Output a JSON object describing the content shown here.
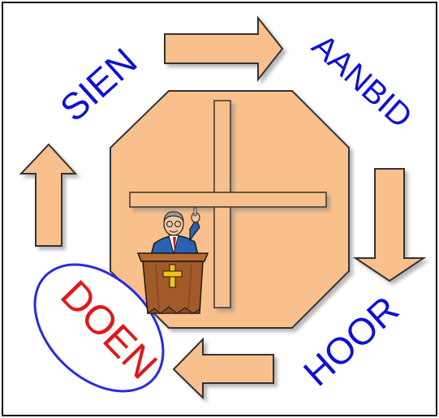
{
  "words": {
    "sien": "SIEN",
    "aanbid": "AANBID",
    "hoor": "HOOR",
    "doen": "DOEN"
  },
  "colors": {
    "word_blue": "#1010d8",
    "word_red": "#e01818",
    "arrow_fill": "#f9c08c",
    "octagon_fill": "#f9c08c",
    "outline": "#222222",
    "cross_fill": "#f9c08c",
    "pulpit": "#a35a2a",
    "pulpit_cross": "#f2c21a"
  },
  "icons": {
    "preacher": "preacher-at-pulpit-clipart",
    "cross": "cross-icon"
  },
  "cycle": [
    "sien",
    "aanbid",
    "hoor",
    "doen"
  ]
}
